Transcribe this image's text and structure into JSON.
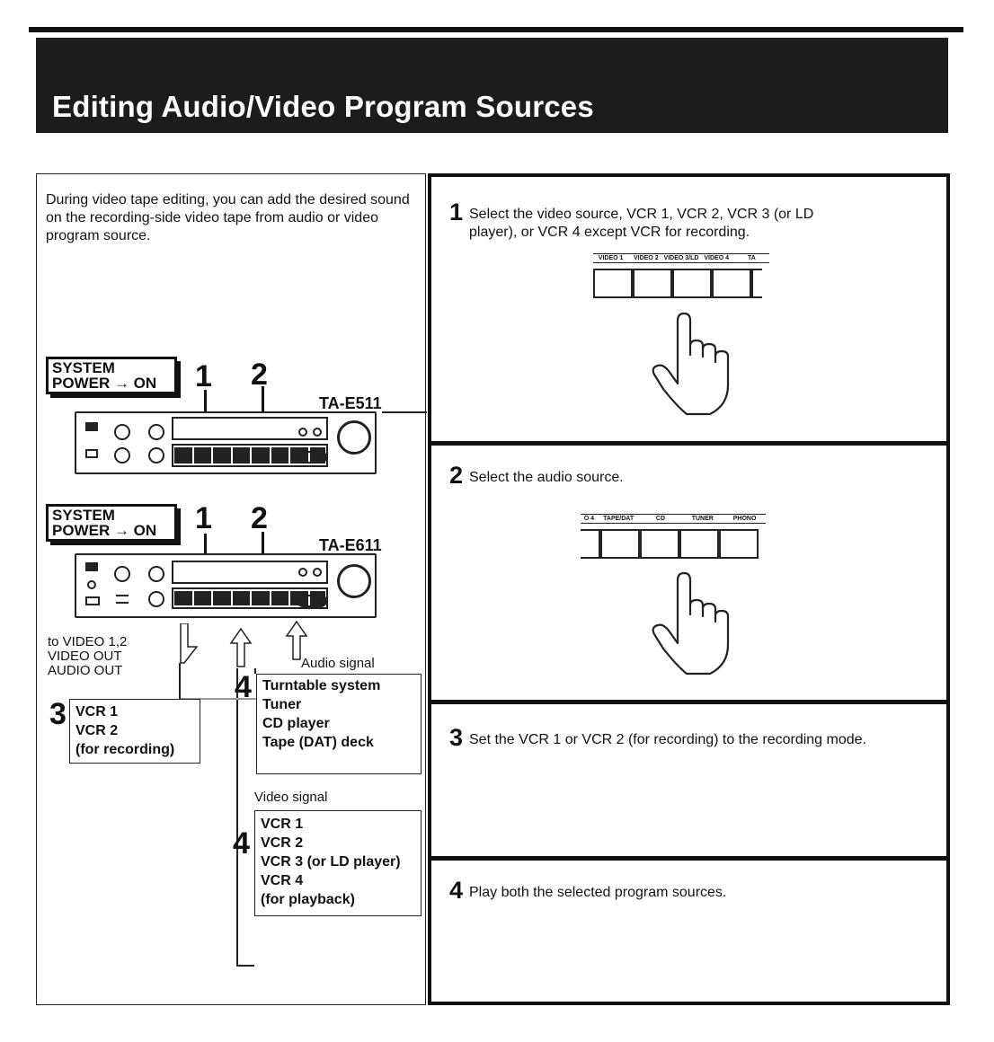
{
  "header": {
    "title": "Editing Audio/Video Program Sources"
  },
  "intro": "During video tape editing, you can add the desired sound on the recording-side video tape from audio or video program source.",
  "diagram": {
    "system_label_line1": "SYSTEM",
    "system_label_line2": "POWER → ON",
    "step1_num": "1",
    "step2_num": "2",
    "model_top": "TA-E511",
    "model_bottom": "TA-E611",
    "to_video_line1": "to VIDEO 1,2",
    "to_video_line2": "VIDEO OUT",
    "to_video_line3": "AUDIO OUT",
    "audio_signal": "Audio signal",
    "video_signal": "Video signal",
    "box3_num": "3",
    "box3_items": [
      "VCR 1",
      "VCR 2",
      "(for recording)"
    ],
    "box4a_num": "4",
    "box4a_items": [
      "Turntable system",
      "Tuner",
      "CD player",
      "Tape (DAT) deck"
    ],
    "box4b_num": "4",
    "box4b_items": [
      "VCR 1",
      "VCR 2",
      "VCR 3 (or LD player)",
      "VCR 4",
      "(for playback)"
    ]
  },
  "steps": [
    {
      "num": "1",
      "text": "Select the video source, VCR 1, VCR 2, VCR 3 (or LD player),  or VCR 4 except VCR for recording.",
      "selector_labels": [
        "VIDEO 1",
        "VIDEO 2",
        "VIDEO 3/LD",
        "VIDEO 4",
        "TA"
      ]
    },
    {
      "num": "2",
      "text": "Select the audio source.",
      "selector_labels": [
        "O 4",
        "TAPE/DAT",
        "CD",
        "TUNER",
        "PHONO"
      ]
    },
    {
      "num": "3",
      "text": "Set the VCR 1 or VCR 2 (for recording) to the recording mode."
    },
    {
      "num": "4",
      "text": "Play both the selected program sources."
    }
  ],
  "icons": [
    "hand-pointer-icon",
    "arrow-up-outline-icon",
    "arrow-down-outline-icon"
  ]
}
